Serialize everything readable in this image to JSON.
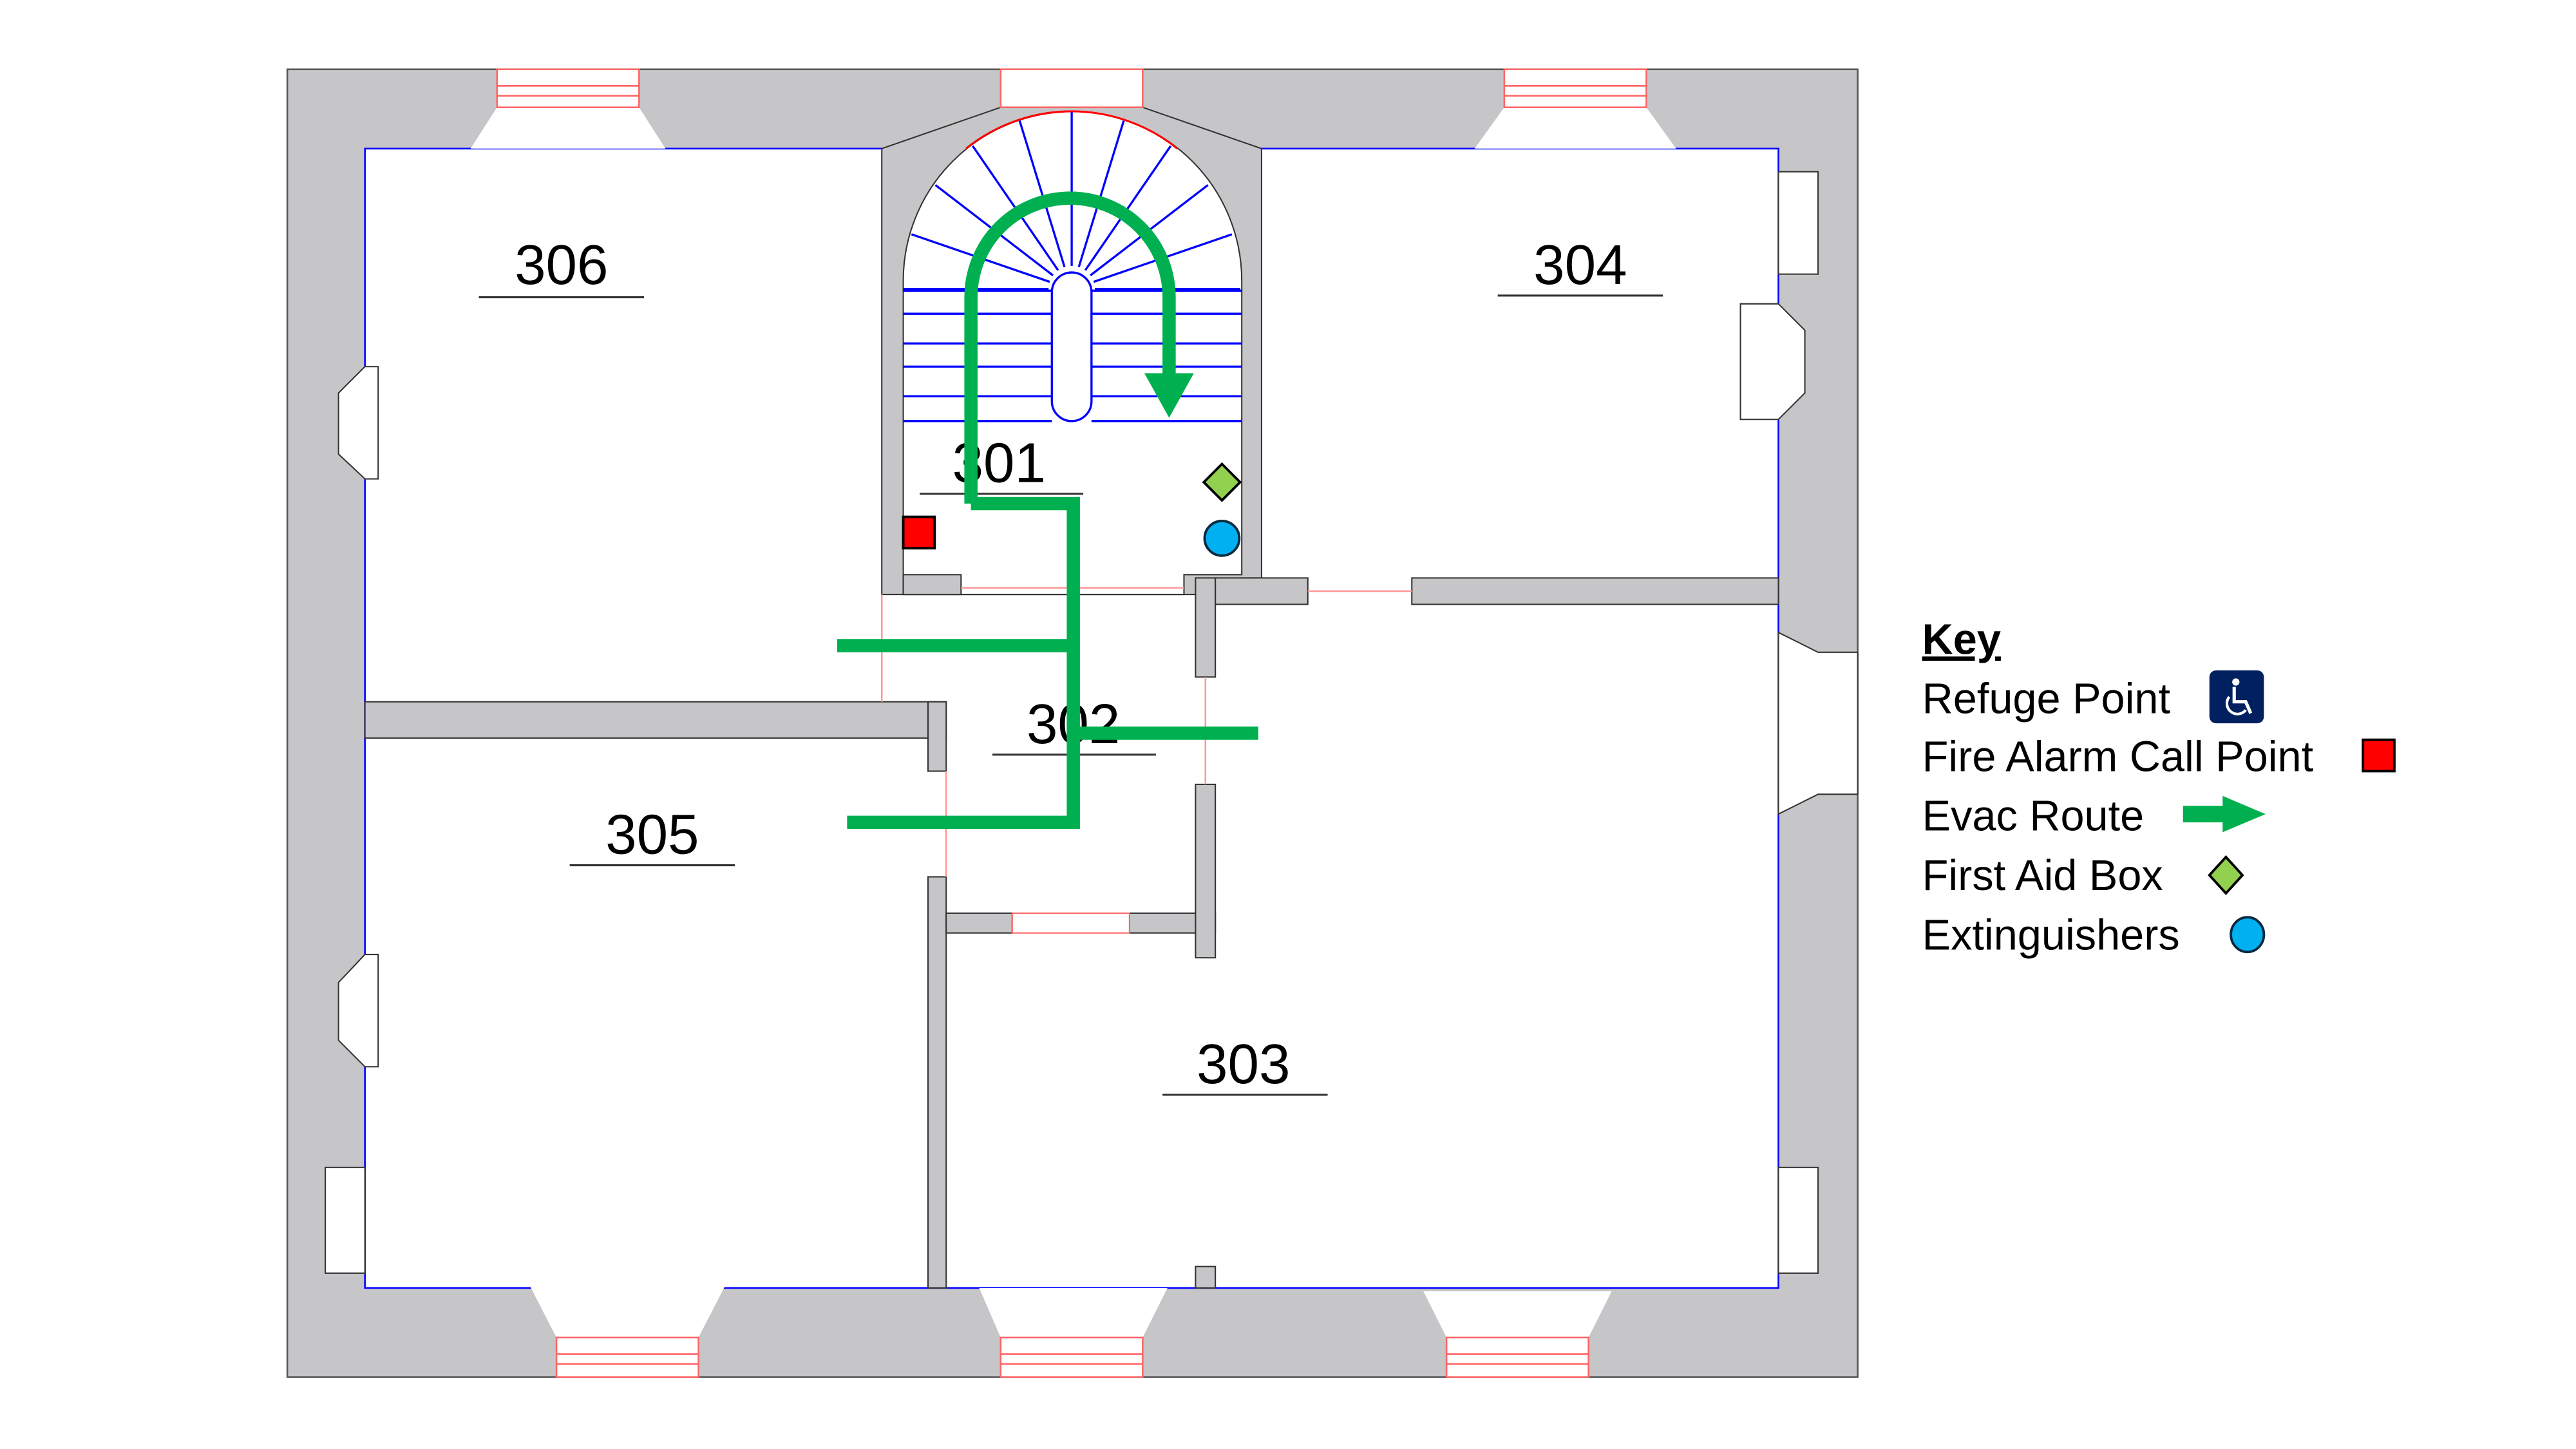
{
  "plan": {
    "rooms": {
      "r306": "306",
      "r304": "304",
      "r301": "301",
      "r302": "302",
      "r305": "305",
      "r303": "303"
    }
  },
  "key": {
    "title": "Key",
    "items": [
      {
        "label": "Refuge Point",
        "icon": "wheelchair-icon"
      },
      {
        "label": "Fire Alarm Call Point",
        "icon": "red-square-icon"
      },
      {
        "label": "Evac Route",
        "icon": "green-arrow-icon"
      },
      {
        "label": "First Aid Box",
        "icon": "green-diamond-icon"
      },
      {
        "label": "Extinguishers",
        "icon": "blue-circle-icon"
      }
    ]
  },
  "colors": {
    "wall": "#c6c6c8",
    "evac_route": "#00b050",
    "fire_alarm": "#ff0000",
    "first_aid": "#92d050",
    "extinguisher": "#00b0f0",
    "refuge": "#002060",
    "stairs": "#0000ff",
    "window": "#ff0000"
  }
}
